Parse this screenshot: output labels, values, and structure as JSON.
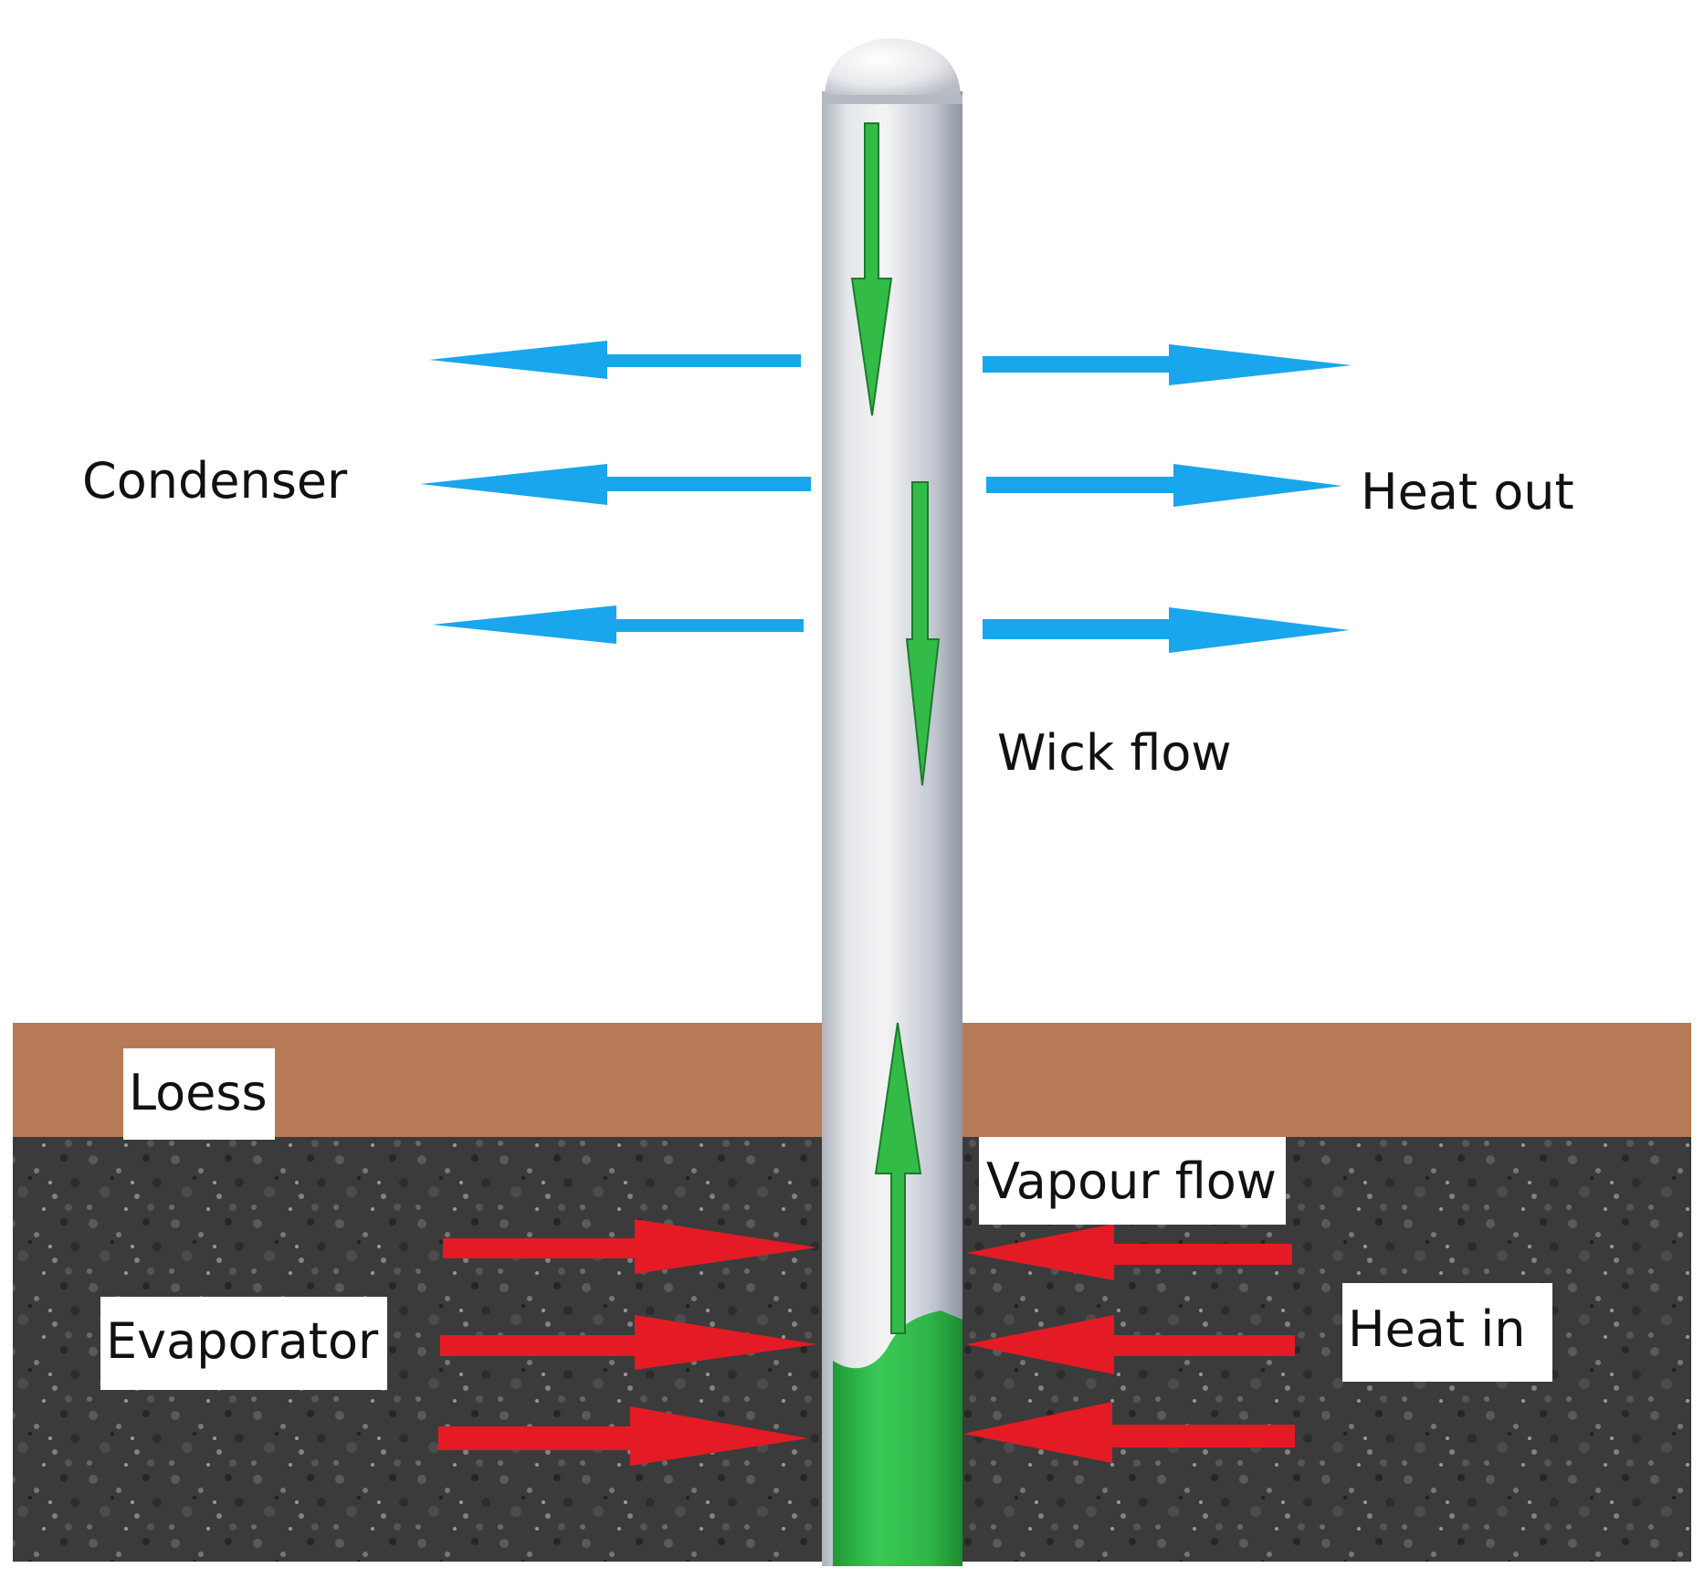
{
  "labels": {
    "condenser": "Condenser",
    "heat_out": "Heat out",
    "wick_flow": "Wick flow",
    "loess": "Loess",
    "vapour_flow": "Vapour flow",
    "evaporator": "Evaporator",
    "heat_in": "Heat in"
  },
  "colors": {
    "heat_out_arrow": "#1aa6ec",
    "heat_in_arrow": "#e41b24",
    "flow_arrow": "#33bb48",
    "liquid": "#2fc24a",
    "loess_layer": "#b67a56",
    "gravel": "#3a3a3a",
    "pipe": "#c9ced6"
  }
}
